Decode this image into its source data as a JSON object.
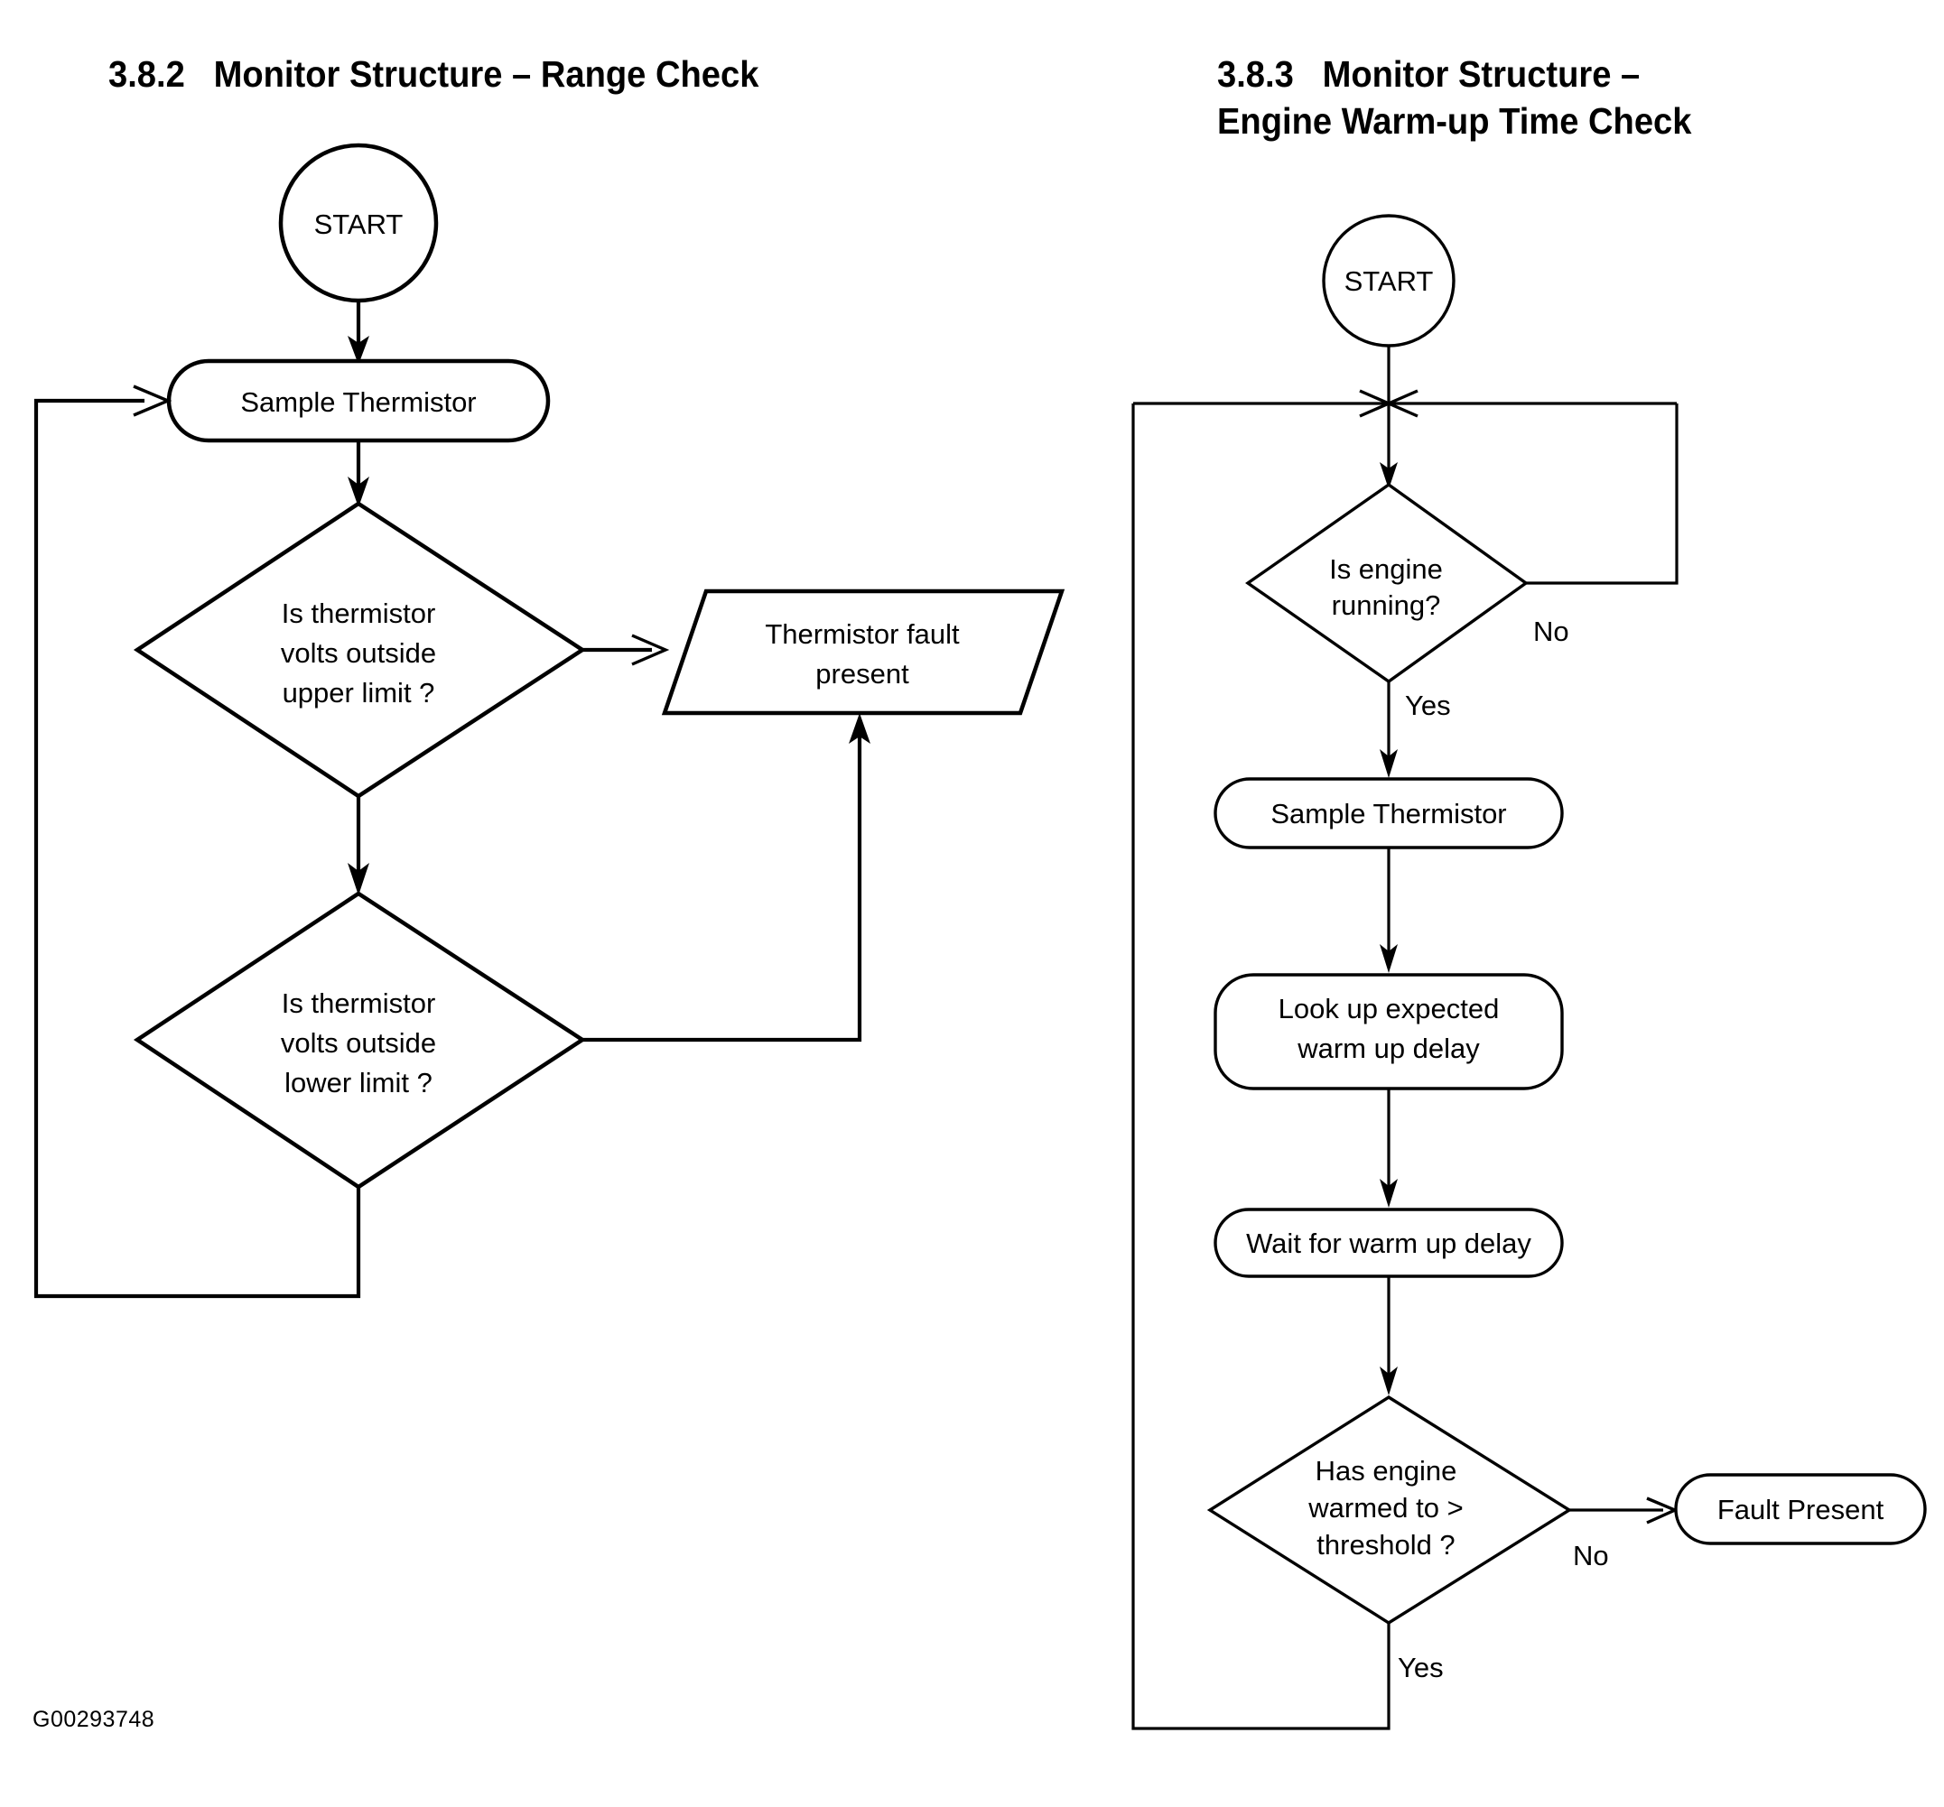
{
  "page": {
    "background": "#ffffff",
    "ink": "#000000",
    "footer_code": "G00293748"
  },
  "diagrams": [
    {
      "id": "range-check",
      "heading": "3.8.2   Monitor Structure – Range Check",
      "heading_lines": [
        "3.8.2   Monitor Structure – Range Check"
      ],
      "nodes": [
        {
          "id": "start",
          "type": "terminator-circle",
          "label": "START"
        },
        {
          "id": "sample",
          "type": "process-pill",
          "label": "Sample Thermistor"
        },
        {
          "id": "upper",
          "type": "decision",
          "label_lines": [
            "Is thermistor",
            "volts outside",
            "upper limit ?"
          ]
        },
        {
          "id": "lower",
          "type": "decision",
          "label_lines": [
            "Is thermistor",
            "volts outside",
            "lower limit ?"
          ]
        },
        {
          "id": "fault",
          "type": "data-parallelogram",
          "label_lines": [
            "Thermistor fault",
            "present"
          ]
        }
      ],
      "edges": [
        {
          "from": "start",
          "to": "sample",
          "label": ""
        },
        {
          "from": "sample",
          "to": "upper",
          "label": ""
        },
        {
          "from": "upper",
          "to": "fault",
          "label": ""
        },
        {
          "from": "upper",
          "to": "lower",
          "label": ""
        },
        {
          "from": "lower",
          "to": "fault",
          "label": ""
        },
        {
          "from": "lower",
          "to": "sample",
          "label": ""
        }
      ]
    },
    {
      "id": "warm-up-check",
      "heading": "3.8.3   Monitor Structure – Engine Warm-up Time Check",
      "heading_lines": [
        "3.8.3   Monitor Structure –",
        "Engine Warm-up Time Check"
      ],
      "nodes": [
        {
          "id": "start2",
          "type": "terminator-circle",
          "label": "START"
        },
        {
          "id": "running",
          "type": "decision",
          "label_lines": [
            "Is engine",
            "running?"
          ]
        },
        {
          "id": "sample2",
          "type": "process-pill",
          "label": "Sample Thermistor"
        },
        {
          "id": "lookup",
          "type": "process-pill",
          "label_lines": [
            "Look up expected",
            "warm up delay"
          ]
        },
        {
          "id": "wait",
          "type": "process-pill",
          "label": "Wait for warm up delay"
        },
        {
          "id": "warmed",
          "type": "decision",
          "label_lines": [
            "Has engine",
            "warmed to >",
            "threshold ?"
          ]
        },
        {
          "id": "fault2",
          "type": "process-pill",
          "label": "Fault Present"
        }
      ],
      "edges": [
        {
          "from": "start2",
          "to": "running",
          "label": ""
        },
        {
          "from": "running",
          "to": "running-loop",
          "label": "No"
        },
        {
          "from": "running",
          "to": "sample2",
          "label": "Yes"
        },
        {
          "from": "sample2",
          "to": "lookup",
          "label": ""
        },
        {
          "from": "lookup",
          "to": "wait",
          "label": ""
        },
        {
          "from": "wait",
          "to": "warmed",
          "label": ""
        },
        {
          "from": "warmed",
          "to": "fault2",
          "label": "No"
        },
        {
          "from": "warmed",
          "to": "running",
          "label": "Yes"
        }
      ]
    }
  ]
}
